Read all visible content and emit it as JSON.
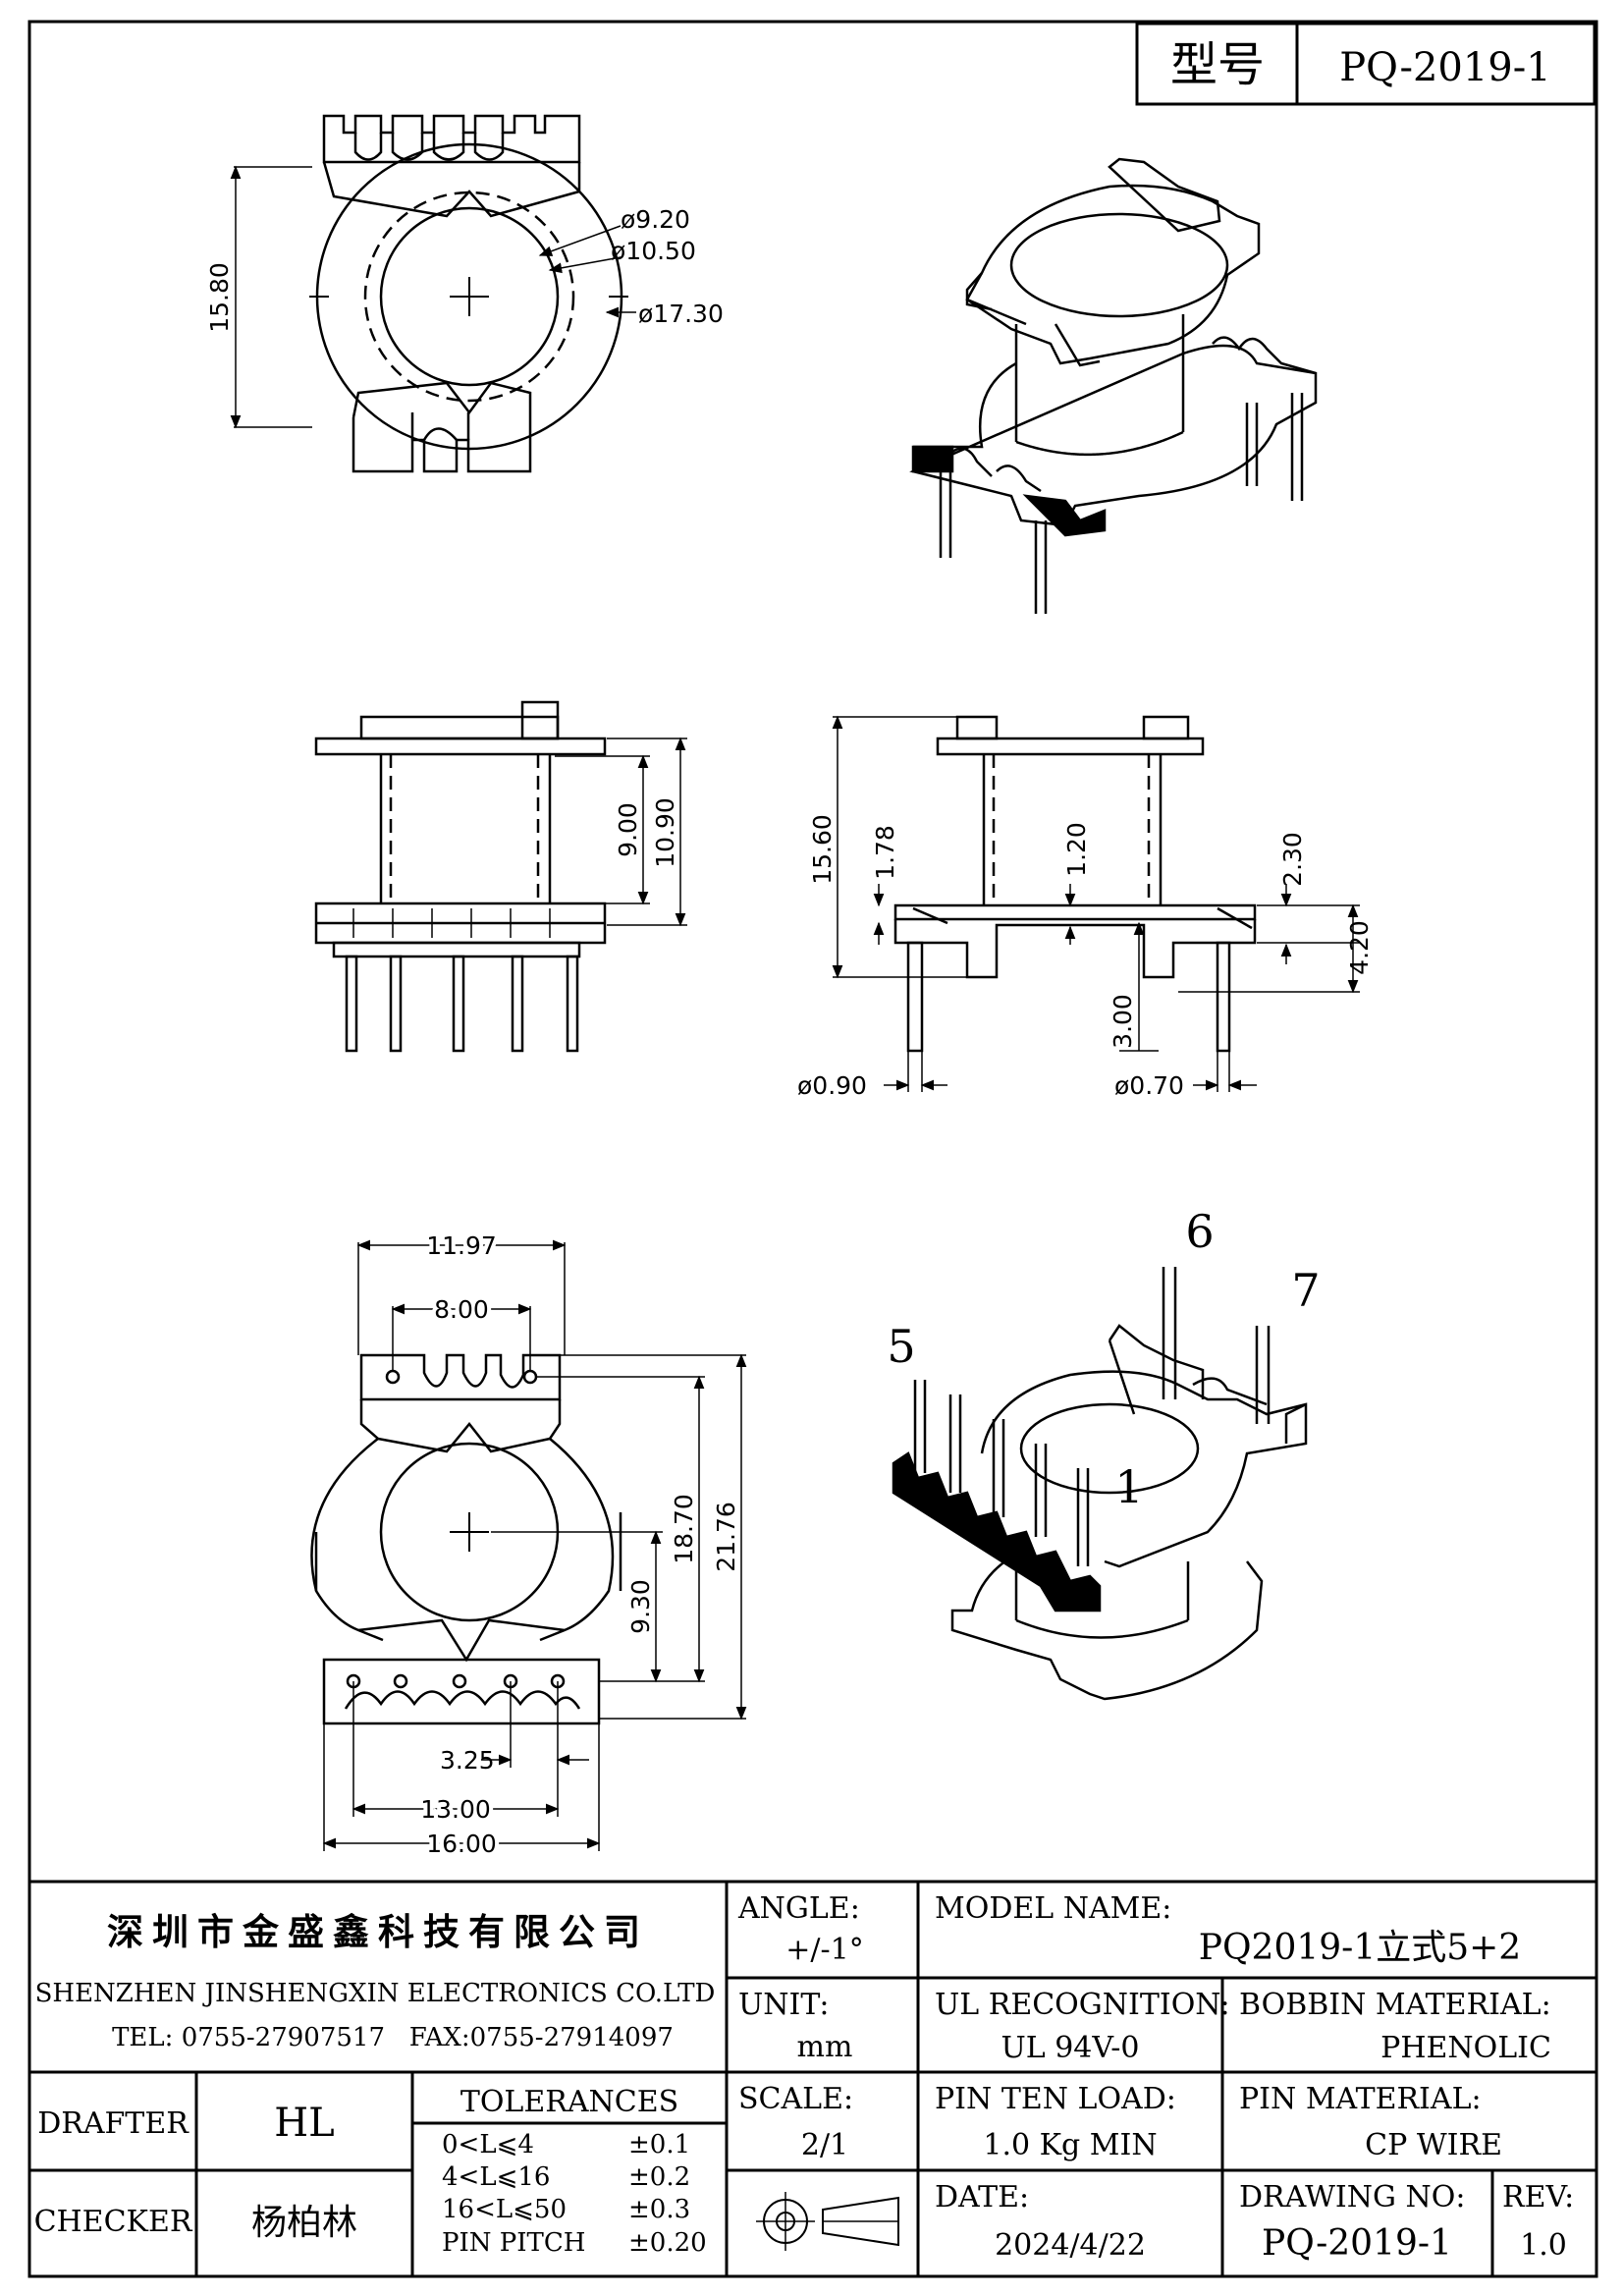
{
  "model_box": {
    "label": "型号",
    "value": "PQ-2019-1"
  },
  "dimensions": {
    "top_view": {
      "height": "15.80",
      "d1": "ø9.20",
      "d2": "ø10.50",
      "d3": "ø17.30"
    },
    "front_view": {
      "inner": "9.00",
      "outer": "10.90"
    },
    "side_view": {
      "total": "15.60",
      "flange": "1.78",
      "wall": "1.20",
      "h1": "2.30",
      "h2": "4.20",
      "pin_len": "3.00",
      "pin_d1": "ø0.90",
      "pin_d2": "ø0.70"
    },
    "bottom_view": {
      "width_top": "11.97",
      "slot": "8.00",
      "h_inner": "18.70",
      "h_outer": "21.76",
      "center": "9.30",
      "pitch": "3.25",
      "pin_span": "13.00",
      "width_total": "16.00"
    }
  },
  "pin_numbers": [
    "5",
    "6",
    "7",
    "1"
  ],
  "company": {
    "name_cn": "深圳市金盛鑫科技有限公司",
    "name_en": "SHENZHEN JINSHENGXIN ELECTRONICS CO.LTD",
    "contact": "TEL: 0755-27907517   FAX:0755-27914097"
  },
  "title_block": {
    "angle_label": "ANGLE:",
    "angle_value": "+/-1°",
    "unit_label": "UNIT:",
    "unit_value": "mm",
    "scale_label": "SCALE:",
    "scale_value": "2/1",
    "model_label": "MODEL NAME:",
    "model_value": "PQ2019-1立式5+2",
    "ul_label": "UL RECOGNITION:",
    "ul_value": "UL 94V-0",
    "bobbin_label": "BOBBIN MATERIAL:",
    "bobbin_value": "PHENOLIC",
    "pinload_label": "PIN TEN LOAD:",
    "pinload_value": "1.0 Kg MIN",
    "pinmat_label": "PIN MATERIAL:",
    "pinmat_value": "CP WIRE",
    "date_label": "DATE:",
    "date_value": "2024/4/22",
    "drawno_label": "DRAWING NO:",
    "drawno_value": "PQ-2019-1",
    "rev_label": "REV:",
    "rev_value": "1.0",
    "drafter_label": "DRAFTER",
    "drafter_value": "HL",
    "checker_label": "CHECKER",
    "checker_value": "杨柏林",
    "tolerances_title": "TOLERANCES",
    "tolerances": [
      {
        "range": "0<L⩽4",
        "value": "±0.1"
      },
      {
        "range": "4<L⩽16",
        "value": "±0.2"
      },
      {
        "range": "16<L⩽50",
        "value": "±0.3"
      },
      {
        "range": "PIN PITCH",
        "value": "±0.20"
      }
    ]
  }
}
